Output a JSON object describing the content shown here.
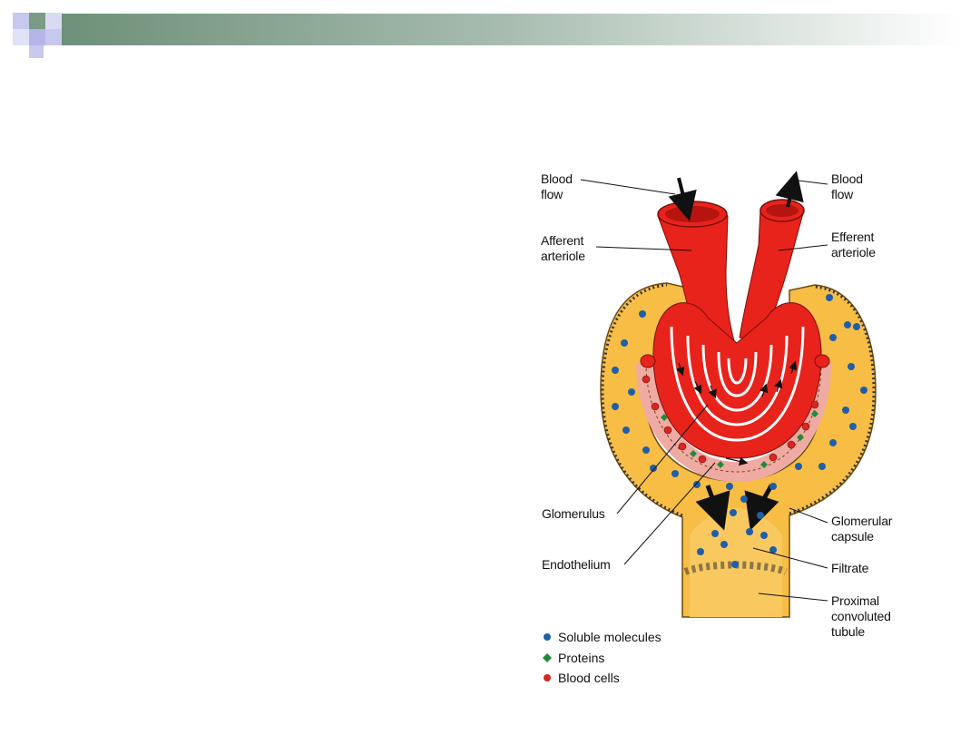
{
  "labels": {
    "blood_flow_in": "Blood\nflow",
    "blood_flow_out": "Blood\nflow",
    "afferent": "Afferent\narteriole",
    "efferent": "Efferent\narteriole",
    "glomerulus": "Glomerulus",
    "endothelium": "Endothelium",
    "glomerular_capsule": "Glomerular\ncapsule",
    "filtrate": "Filtrate",
    "proximal_tubule": "Proximal\nconvoluted\ntubule"
  },
  "legend": [
    {
      "label": "Soluble molecules",
      "color": "#1f5fa8",
      "shape": "circle"
    },
    {
      "label": "Proteins",
      "color": "#1f8a3a",
      "shape": "diamond"
    },
    {
      "label": "Blood cells",
      "color": "#d8261f",
      "shape": "circle"
    }
  ],
  "colors": {
    "vessel_red": "#e8231c",
    "capsule_yellow": "#f7bd45",
    "header_green": "#7a9b86",
    "header_blue": "#c7c9ec"
  }
}
